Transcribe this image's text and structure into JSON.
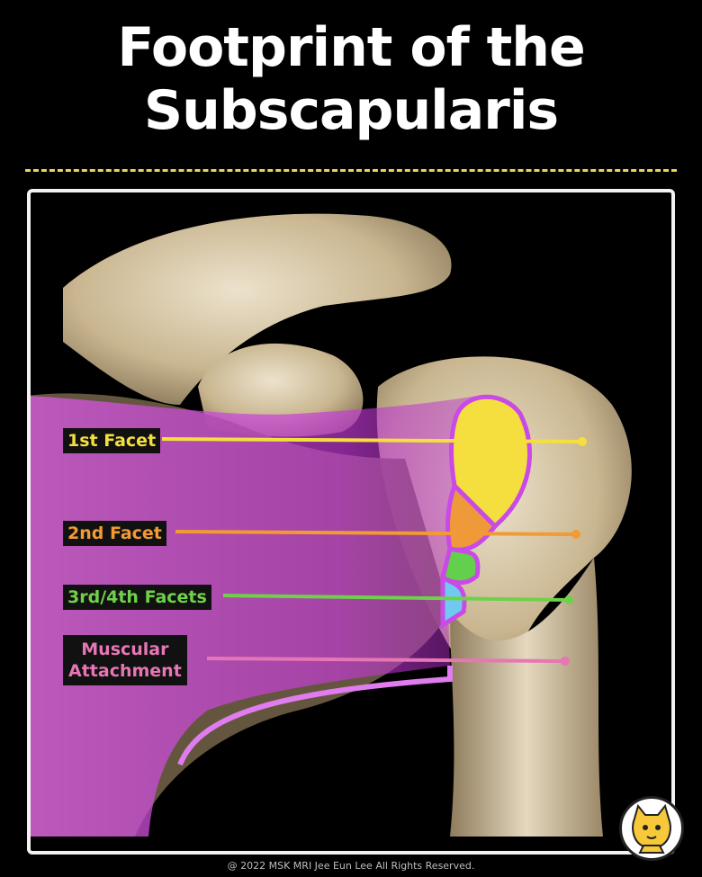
{
  "title_line1": "Footprint of the",
  "title_line2": "Subscapularis",
  "labels": [
    {
      "text": "1st Facet",
      "color": "#f5df3f"
    },
    {
      "text": "2nd Facet",
      "color": "#f29a34"
    },
    {
      "text": "3rd/4th Facets",
      "color": "#6fd14a"
    },
    {
      "text": "Muscular\nAttachment",
      "color": "#e676b4"
    }
  ],
  "colors": {
    "facet1": "#f5df3f",
    "facet2": "#ee9a3a",
    "facet3_4": "#62d04a",
    "facet_lower": "#6fc9f0",
    "muscle": "#cc3ee0",
    "divider": "#e8d75a"
  },
  "credit": "@ 2022 MSK MRI Jee Eun Lee All Rights Reserved.",
  "logo_icon": "cat-mascot-icon"
}
